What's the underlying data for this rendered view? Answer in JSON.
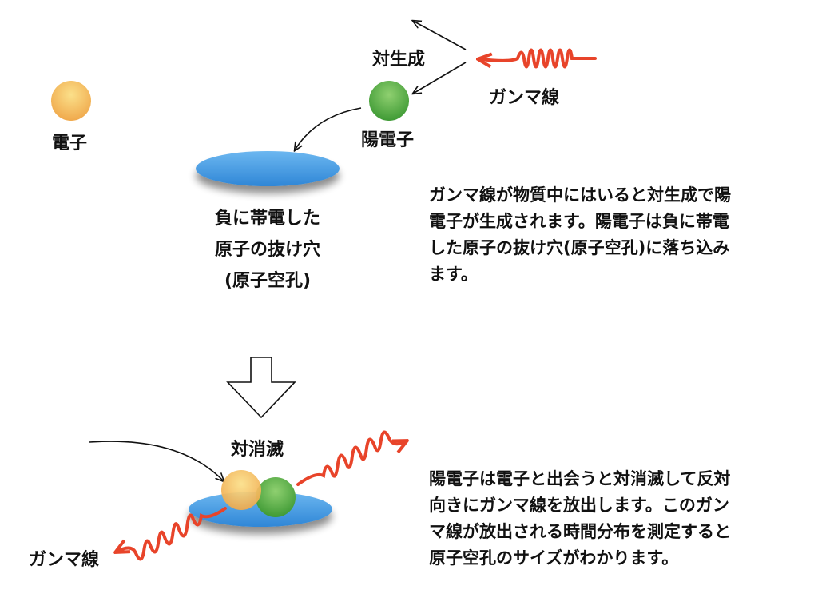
{
  "labels": {
    "electron": "電子",
    "pair_production": "対生成",
    "gamma_top": "ガンマ線",
    "positron": "陽電子",
    "vacancy_lines": [
      "負に帯電した",
      "原子の抜け穴",
      "(原子空孔)"
    ],
    "annihilation": "対消滅",
    "gamma_bottom": "ガンマ線"
  },
  "paragraphs": {
    "top": [
      "ガンマ線が物質中にはいると対生成で陽",
      "電子が生成されます。陽電子は負に帯電",
      "した原子の抜け穴(原子空孔)に落ち込み",
      "ます。"
    ],
    "bottom": [
      "陽電子は電子と出会うと対消滅して反対",
      "向きにガンマ線を放出します。このガン",
      "マ線が放出される時間分布を測定すると",
      "原子空孔のサイズがわかります。"
    ]
  },
  "colors": {
    "electron": "#f6c462",
    "positron": "#5fb048",
    "vacancy": "#4a9be0",
    "gamma": "#e8442a",
    "arrow": "#111111"
  }
}
